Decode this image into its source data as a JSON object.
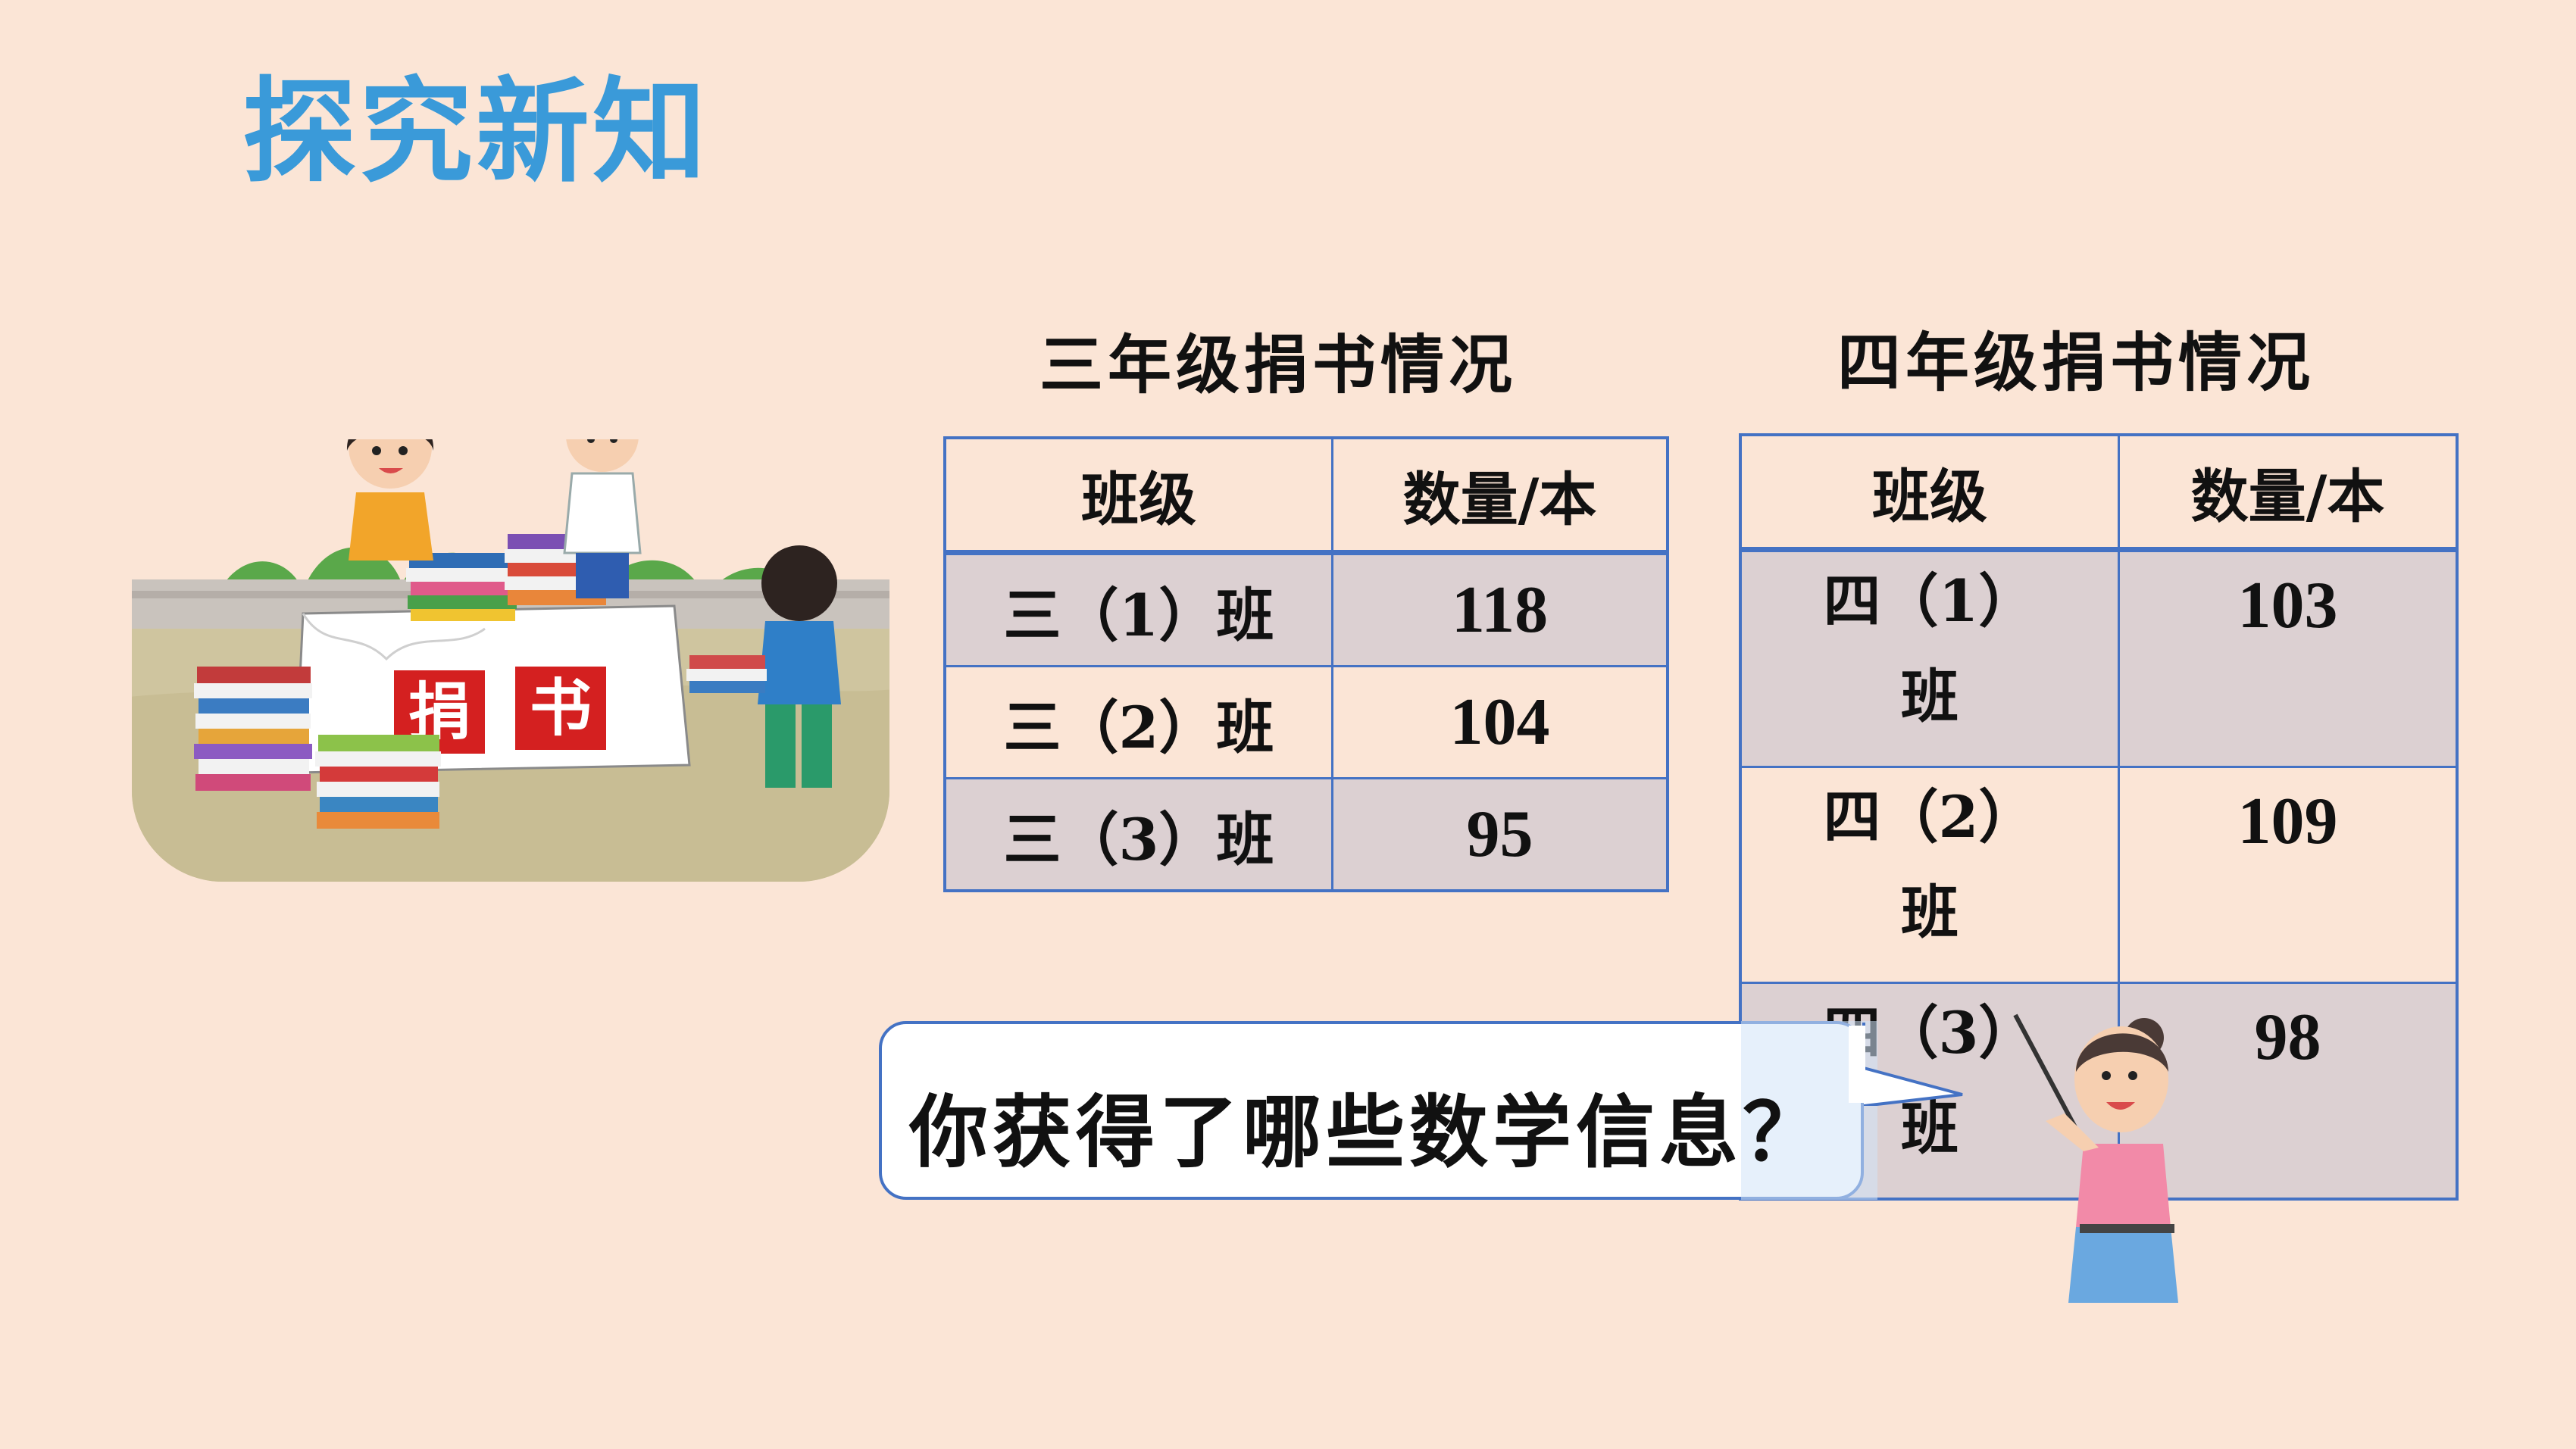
{
  "title": "探究新知",
  "grade3": {
    "caption": "三年级捐书情况",
    "header": {
      "class": "班级",
      "count": "数量/本"
    },
    "rows": [
      {
        "class": "三（1）班",
        "count": "118"
      },
      {
        "class": "三（2）班",
        "count": "104"
      },
      {
        "class": "三（3）班",
        "count": "95"
      }
    ]
  },
  "grade4": {
    "caption": "四年级捐书情况",
    "header": {
      "class": "班级",
      "count": "数量/本"
    },
    "rows": [
      {
        "class_line1": "四（1）",
        "class_line2": "班",
        "count": "103"
      },
      {
        "class_line1": "四（2）",
        "class_line2": "班",
        "count": "109"
      },
      {
        "class_line1": "四（3）",
        "class_line2": "班",
        "count": "98"
      }
    ]
  },
  "illustration": {
    "banner": [
      "捐",
      "书"
    ],
    "icons": [
      "book-donation-scene",
      "teacher-with-pointer"
    ]
  },
  "bubble": {
    "text": "你获得了哪些数学信息？"
  },
  "colors": {
    "background": "#fbe5d6",
    "title": "#3a9ad9",
    "table_border": "#4472c4",
    "shaded_row": "#dcd0d2"
  }
}
